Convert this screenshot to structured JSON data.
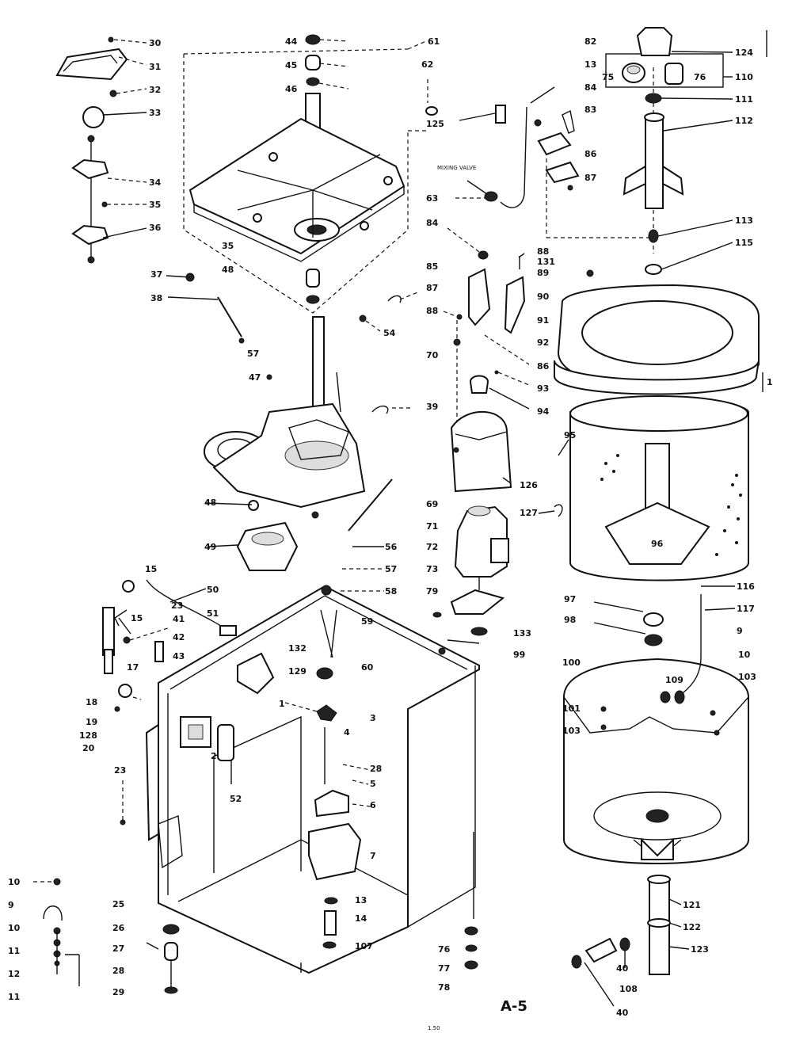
{
  "figure": {
    "code": "A-5",
    "small_marks": [
      "1.50"
    ],
    "callouts": {
      "c30": "30",
      "c31": "31",
      "c32": "32",
      "c33": "33",
      "c34": "34",
      "c35": "35",
      "c36": "36",
      "c37": "37",
      "c38": "38",
      "c57a": "57",
      "c44": "44",
      "c45": "45",
      "c46": "46",
      "c61": "61",
      "c62": "62",
      "c35b": "35",
      "c48b": "48",
      "c54": "54",
      "c39": "39",
      "c47": "47",
      "c48": "48",
      "c49": "49",
      "c56": "56",
      "c57": "57",
      "c58": "58",
      "c50": "50",
      "c51": "51",
      "c15": "15",
      "c15b": "15",
      "c23": "23",
      "c41": "41",
      "c42": "42",
      "c43": "43",
      "c17": "17",
      "c18": "18",
      "c19": "19",
      "c128": "128",
      "c20": "20",
      "c23b": "23",
      "c132": "132",
      "c129": "129",
      "c59": "59",
      "c60": "60",
      "c1": "1",
      "c3": "3",
      "c4": "4",
      "c28": "28",
      "c5": "5",
      "c6": "6",
      "c7": "7",
      "c13": "13",
      "c14": "14",
      "c107": "107",
      "c2": "2",
      "c52": "52",
      "c25": "25",
      "c26": "26",
      "c27": "27",
      "c28b": "28",
      "c29": "29",
      "c10a": "10",
      "c9": "9",
      "c10": "10",
      "c11": "11",
      "c12": "12",
      "c11b": "11",
      "c76": "76",
      "c77": "77",
      "c78": "78",
      "c82": "82",
      "c13b": "13",
      "c84": "84",
      "c83": "83",
      "c125": "125",
      "c86": "86",
      "c87": "87",
      "c63": "63",
      "c84b": "84",
      "c88": "88",
      "c131": "131",
      "c89": "89",
      "c85": "85",
      "c87b": "87",
      "c90": "90",
      "c91": "91",
      "c88b": "88",
      "c92": "92",
      "c86b": "86",
      "c70": "70",
      "c93": "93",
      "c94": "94",
      "c69": "69",
      "c71": "71",
      "c126": "126",
      "c72": "72",
      "c73": "73",
      "c79": "79",
      "c97": "97",
      "c98": "98",
      "c133": "133",
      "c99": "99",
      "c124": "124",
      "c75": "75",
      "c76b": "76",
      "c110": "110",
      "c111": "111",
      "c112": "112",
      "c113": "113",
      "c115": "115",
      "c1b": "1",
      "c95": "95",
      "c127": "127",
      "c96": "96",
      "c116": "116",
      "c117": "117",
      "c9b": "9",
      "c100": "100",
      "c109": "109",
      "c101": "101",
      "c103": "103",
      "c103b": "103",
      "c10b": "10",
      "c121": "121",
      "c122": "122",
      "c123": "123",
      "c40": "40",
      "c108": "108",
      "c40b": "40"
    },
    "mixing_valve_label": "MIXING VALVE"
  }
}
